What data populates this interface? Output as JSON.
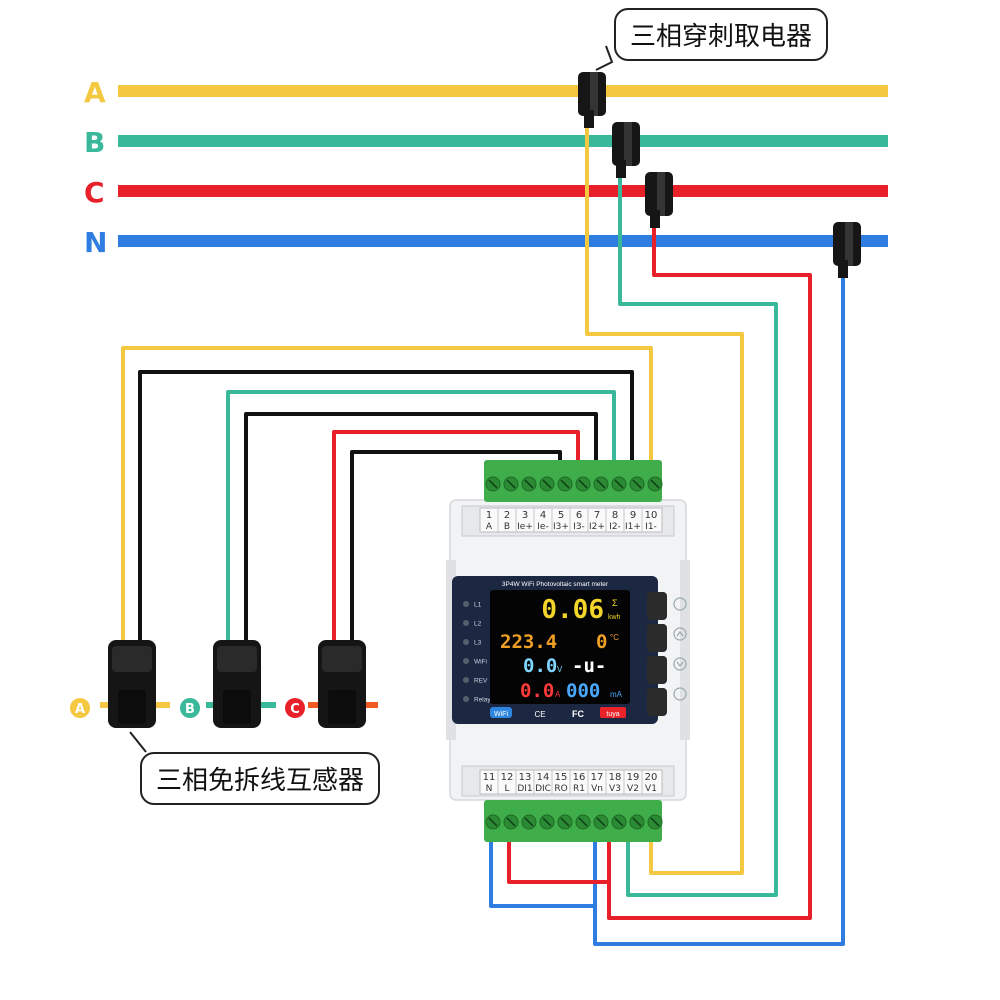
{
  "bus_labels": {
    "A": "A",
    "B": "B",
    "C": "C",
    "N": "N"
  },
  "callouts": {
    "clamp": "三相穿刺取电器",
    "ct": "三相免拆线互感器"
  },
  "ct_labels": [
    "A",
    "B",
    "C"
  ],
  "meter": {
    "title": "3P4W WiFi Photovoltaic smart meter",
    "leds": [
      "L1",
      "L2",
      "L3",
      "WiFi",
      "REV",
      "Relay"
    ],
    "lcd": {
      "energy": "0.06",
      "energy_unit_top": "Σ",
      "energy_unit": "kwh",
      "voltage": "223.4",
      "temp": "0",
      "temp_unit": "°C",
      "current_v": "0.0",
      "v_unit": "V",
      "dash": "-u-",
      "current_a": "0.0",
      "a_unit": "A",
      "milli": "000",
      "ma_unit": "mA"
    },
    "badges": {
      "wifi": "WiFi",
      "ce": "CE",
      "fc": "FC",
      "tuya": "tuya"
    },
    "top_terminals": {
      "numbers": [
        "1",
        "2",
        "3",
        "4",
        "5",
        "6",
        "7",
        "8",
        "9",
        "10"
      ],
      "labels": [
        "A",
        "B",
        "Ie+",
        "Ie-",
        "I3+",
        "I3-",
        "I2+",
        "I2-",
        "I1+",
        "I1-"
      ]
    },
    "bottom_terminals": {
      "numbers": [
        "11",
        "12",
        "13",
        "14",
        "15",
        "16",
        "17",
        "18",
        "19",
        "20"
      ],
      "labels": [
        "N",
        "L",
        "DI1",
        "DIC",
        "RO",
        "R1",
        "Vn",
        "V3",
        "V2",
        "V1"
      ]
    }
  },
  "colors": {
    "phase_a": "#f5c842",
    "phase_b": "#3ab89a",
    "phase_c": "#e8202a",
    "neutral": "#2f7de1",
    "ct_return": "#111111"
  }
}
